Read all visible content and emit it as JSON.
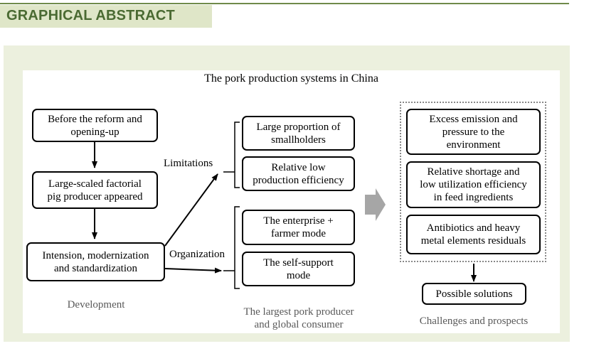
{
  "header": {
    "title": "GRAPHICAL ABSTRACT"
  },
  "diagram": {
    "title": "The pork production systems in China",
    "development": {
      "boxes": [
        "Before the reform and\nopening-up",
        "Large-scaled factorial\npig producer appeared",
        "Intension, modernization\nand standardization"
      ],
      "caption": "Development"
    },
    "branches": {
      "limitations_label": "Limitations",
      "organization_label": "Organization",
      "limitations": [
        "Large proportion of\nsmallholders",
        "Relative low\nproduction efficiency"
      ],
      "organization": [
        "The enterprise +\nfarmer mode",
        "The self-support\nmode"
      ],
      "caption": "The largest pork producer\nand global consumer"
    },
    "challenges": {
      "boxes": [
        "Excess emission and\npressure to the\nenvironment",
        "Relative shortage and\nlow utilization efficiency\nin feed ingredients",
        "Antibiotics and heavy\nmetal elements residuals"
      ],
      "solution": "Possible solutions",
      "caption": "Challenges and prospects"
    }
  }
}
